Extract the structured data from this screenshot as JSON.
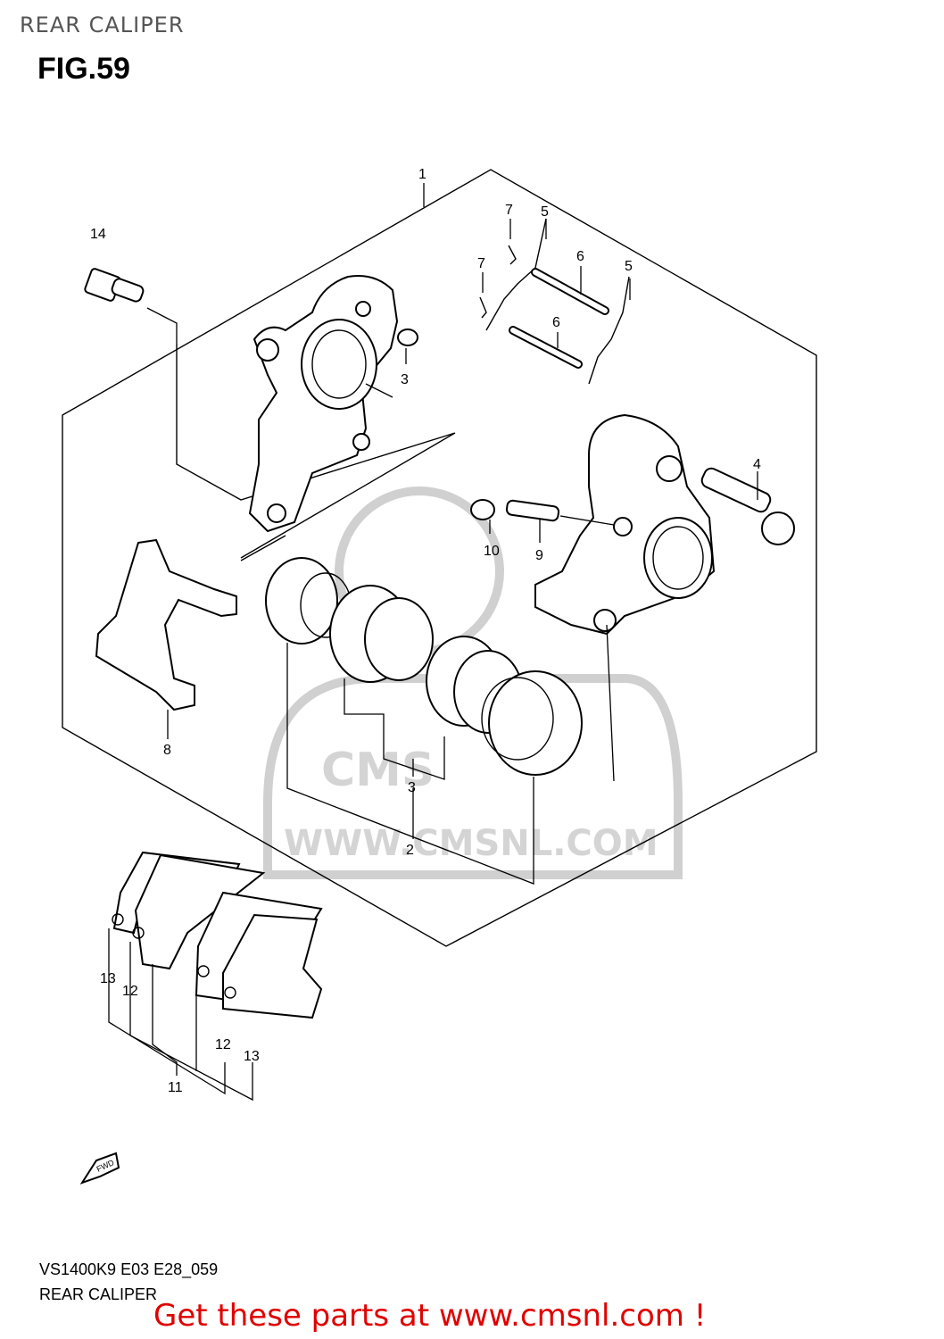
{
  "header": {
    "title": "REAR CALIPER",
    "figure": "FIG.59"
  },
  "footer": {
    "model_code": "VS1400K9 E03 E28_059",
    "section_name": "REAR CALIPER",
    "promo": "Get these parts at www.cmsnl.com !"
  },
  "watermark": {
    "text": "WWW.CMSNL.COM",
    "logo": "CMS"
  },
  "fwd_label": "FWD",
  "callouts": {
    "c1": "1",
    "c2": "2",
    "c3a": "3",
    "c3b": "3",
    "c4": "4",
    "c5a": "5",
    "c5b": "5",
    "c6a": "6",
    "c6b": "6",
    "c7a": "7",
    "c7b": "7",
    "c8": "8",
    "c9": "9",
    "c10": "10",
    "c11": "11",
    "c12a": "12",
    "c12b": "12",
    "c13a": "13",
    "c13b": "13",
    "c14": "14"
  },
  "colors": {
    "promo": "#e00000",
    "line": "#000000",
    "watermark": "#d0d0d0"
  }
}
